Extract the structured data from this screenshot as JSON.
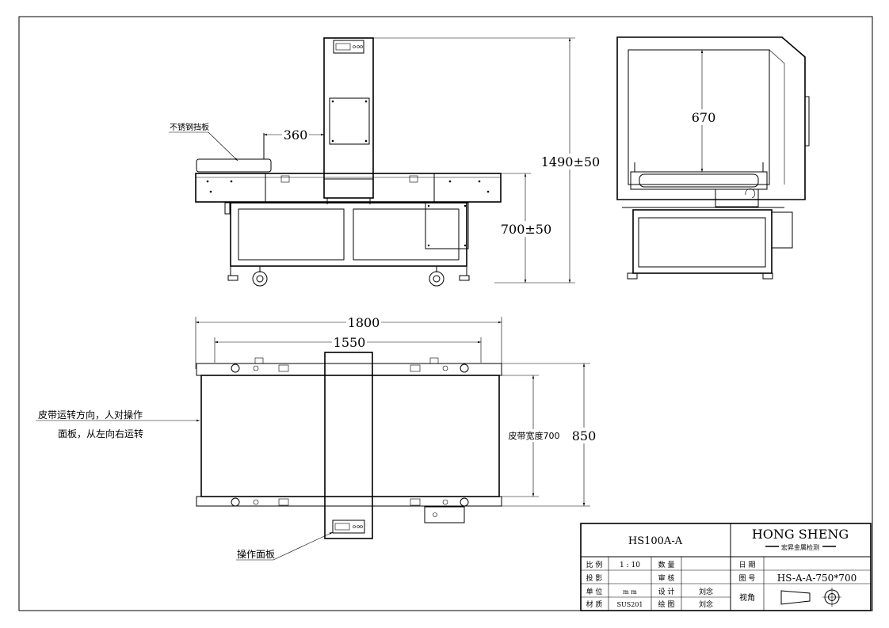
{
  "dimensions": {
    "width_1800": "1800",
    "width_1550": "1550",
    "gap_360": "360",
    "height_1490": "1490±50",
    "height_700": "700±50",
    "depth_850": "850",
    "inner_670": "670",
    "belt_width": "皮带宽度700"
  },
  "callouts": {
    "stainless_guard": "不锈钢挡板",
    "belt_direction_1": "皮带运转方向，人对操作",
    "belt_direction_2": "面板，从左向右运转",
    "operation_panel": "操作面板"
  },
  "title_block": {
    "model": "HS100A-A",
    "company_name": "HONG SHENG",
    "company_sub": "宏昇金属检测",
    "labels": {
      "scale": "比 例",
      "quantity": "数 量",
      "date": "日 期",
      "projection": "投 影",
      "review": "审 核",
      "drawing_no": "图 号",
      "unit": "单 位",
      "design": "设 计",
      "view": "视角",
      "material": "材 质",
      "draw": "绘 图"
    },
    "values": {
      "scale": "1 : 10",
      "drawing_no": "HS-A-A-750*700",
      "unit": "m m",
      "designer": "刘念",
      "material": "SUS201",
      "drafter": "刘念"
    }
  }
}
